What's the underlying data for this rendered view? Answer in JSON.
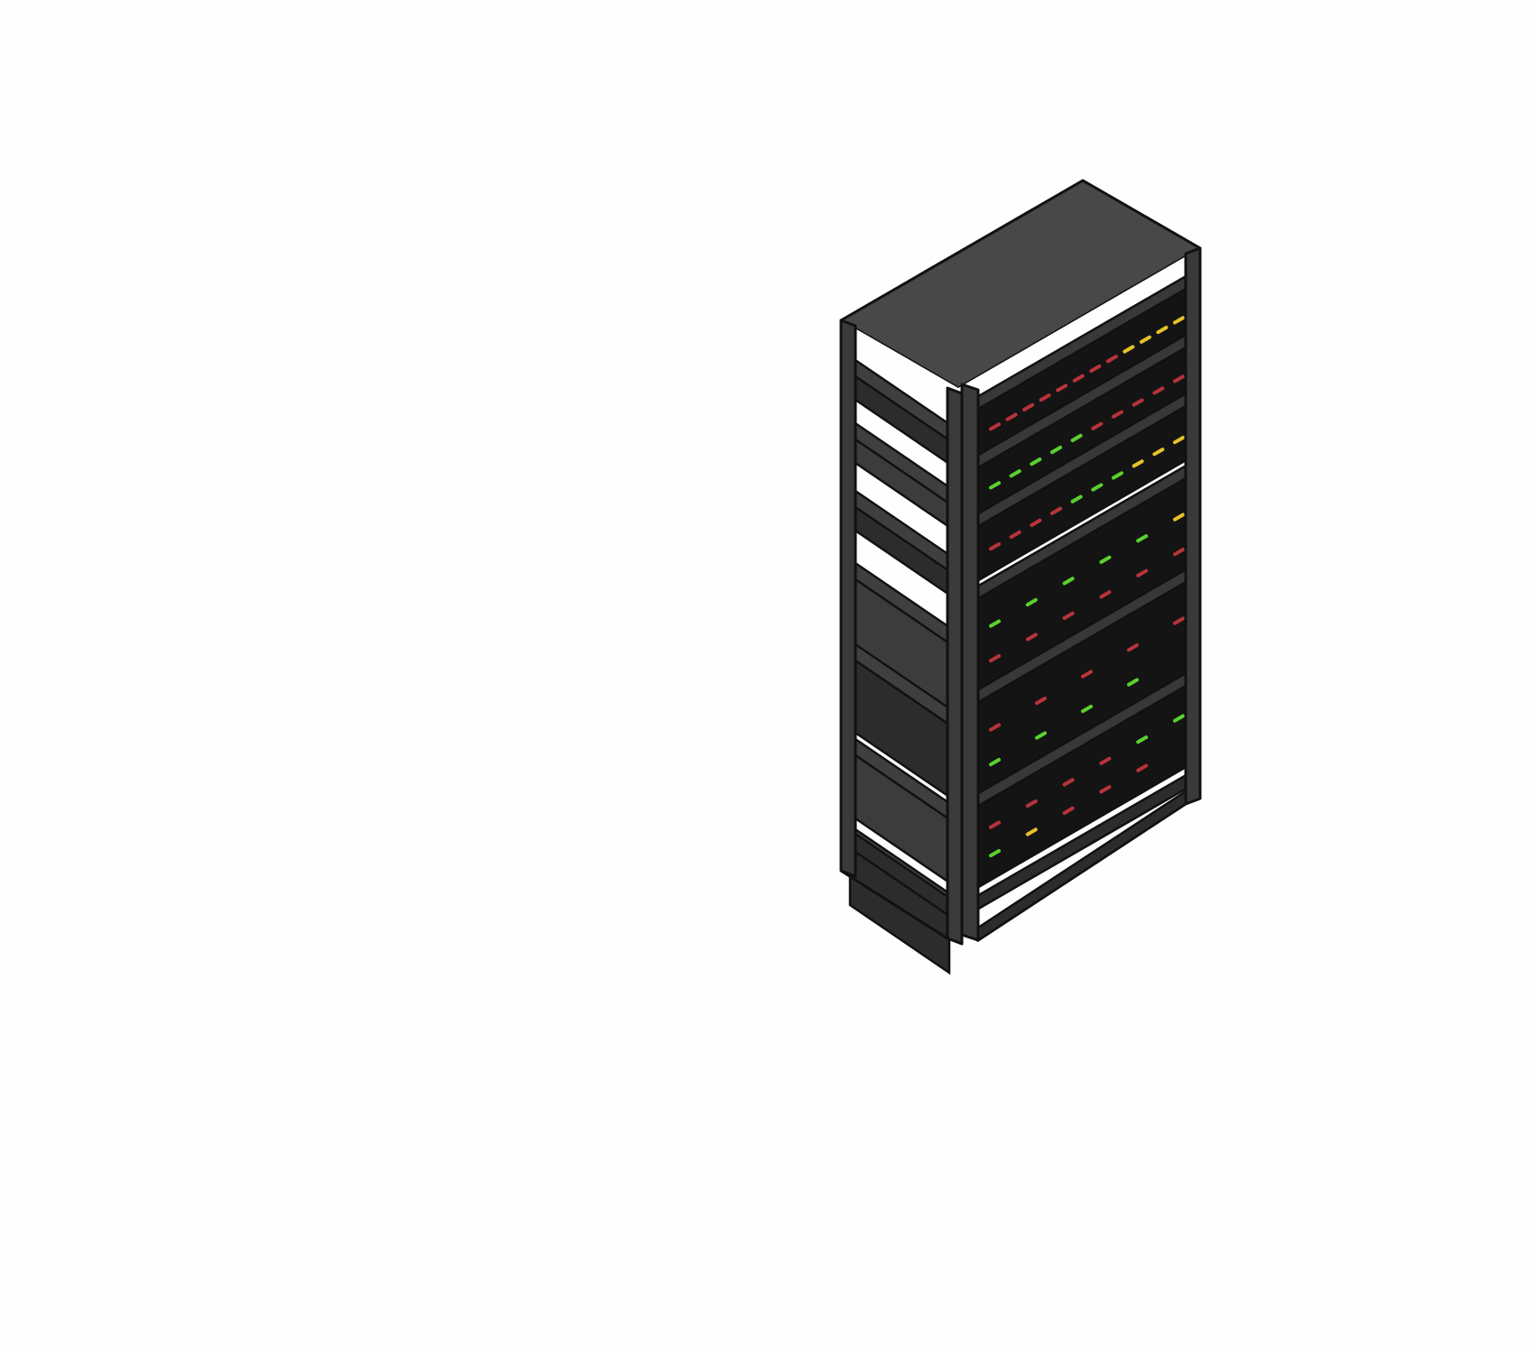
{
  "illustration": {
    "subject": "server-rack",
    "colors": {
      "background": "#fefefe",
      "outline": "#111111",
      "top": "#484848",
      "frame": "#3a3a3a",
      "shelf_top": "#3f3f3f",
      "shelf_front": "#2c2c2c",
      "unit_face": "#141414",
      "unit_top": "#383838",
      "led_red": "#b8333a",
      "led_green": "#5ad22e",
      "led_yellow": "#e6c229"
    },
    "units": [
      {
        "name": "unit-1",
        "leds": [
          "red",
          "red",
          "red",
          "red",
          "red",
          "red",
          "red",
          "red",
          "yellow",
          "yellow",
          "yellow",
          "yellow"
        ]
      },
      {
        "name": "unit-2",
        "leds": [
          "green",
          "green",
          "green",
          "green",
          "green",
          "red",
          "red",
          "red",
          "red",
          "red"
        ]
      },
      {
        "name": "unit-3",
        "leds": [
          "red",
          "red",
          "red",
          "red",
          "green",
          "green",
          "green",
          "yellow",
          "yellow",
          "yellow"
        ]
      },
      {
        "name": "unit-4",
        "leds": [
          "green",
          "green",
          "green",
          "green",
          "green",
          "yellow",
          "red",
          "red",
          "red",
          "red",
          "red",
          "red"
        ]
      },
      {
        "name": "unit-5",
        "leds": [
          "red",
          "red",
          "red",
          "red",
          "red",
          "green",
          "green",
          "green",
          "green"
        ]
      },
      {
        "name": "unit-6",
        "leds": [
          "red",
          "red",
          "red",
          "red",
          "green",
          "green",
          "green",
          "yellow",
          "red",
          "red",
          "red"
        ]
      }
    ]
  }
}
